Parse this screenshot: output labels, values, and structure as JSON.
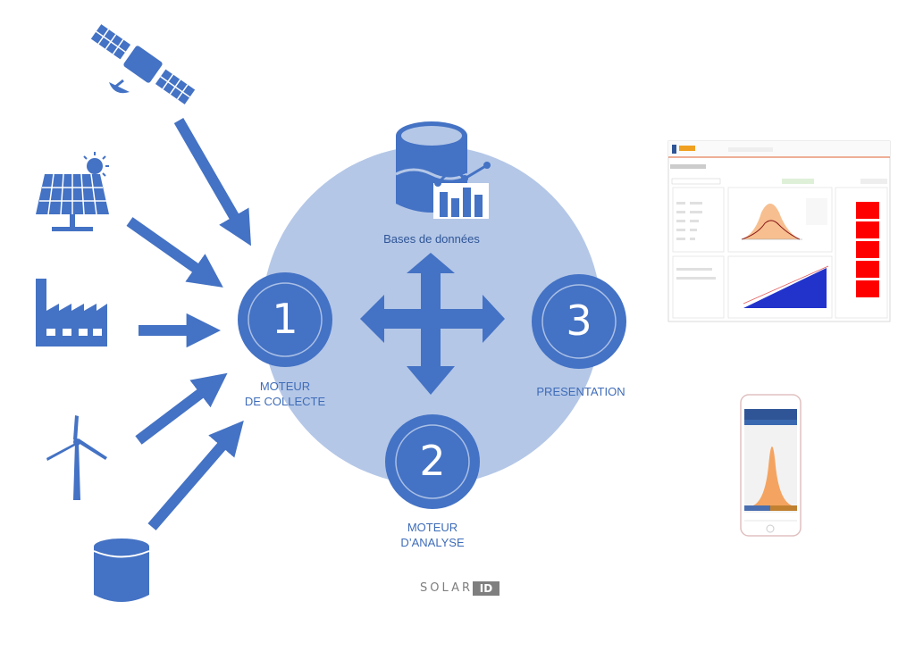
{
  "nodes": {
    "collect": {
      "number": "1",
      "label_line1": "MOTEUR",
      "label_line2": "DE COLLECTE"
    },
    "analysis": {
      "number": "2",
      "label_line1": "MOTEUR",
      "label_line2": "D’ANALYSE"
    },
    "presentation": {
      "number": "3",
      "label": "PRESENTATION"
    },
    "database": {
      "label": "Bases de données"
    }
  },
  "sources": [
    "satellite-icon",
    "solar-panel-icon",
    "factory-icon",
    "wind-turbine-icon",
    "database-cylinder-icon"
  ],
  "brand": {
    "logo_text": "SOLARID",
    "logo_mark": "ID"
  },
  "colors": {
    "primary": "#4472c4",
    "circle_bg": "#b4c7e7",
    "dark_blue": "#2f5597",
    "chart_red": "#ff0000",
    "chart_orange": "#f4a460"
  }
}
